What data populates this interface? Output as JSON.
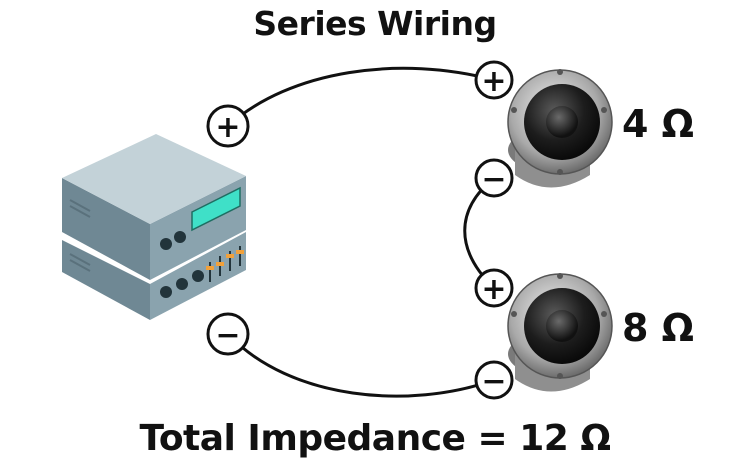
{
  "title": "Series Wiring",
  "footer": "Total Impedance = 12 Ω",
  "amplifier": {
    "positive_symbol": "+",
    "negative_symbol": "−"
  },
  "speakers": [
    {
      "impedance_label": "4 Ω",
      "positive_symbol": "+",
      "negative_symbol": "−"
    },
    {
      "impedance_label": "8 Ω",
      "positive_symbol": "+",
      "negative_symbol": "−"
    }
  ],
  "colors": {
    "wire": "#111111",
    "amp_body": "#7f9aa6",
    "amp_top": "#b9cbd3",
    "amp_display": "#3fe0c8",
    "amp_knob_accent": "#f2a13a",
    "speaker_rim": "#b5b5b5",
    "speaker_cone": "#1a1a1a"
  }
}
